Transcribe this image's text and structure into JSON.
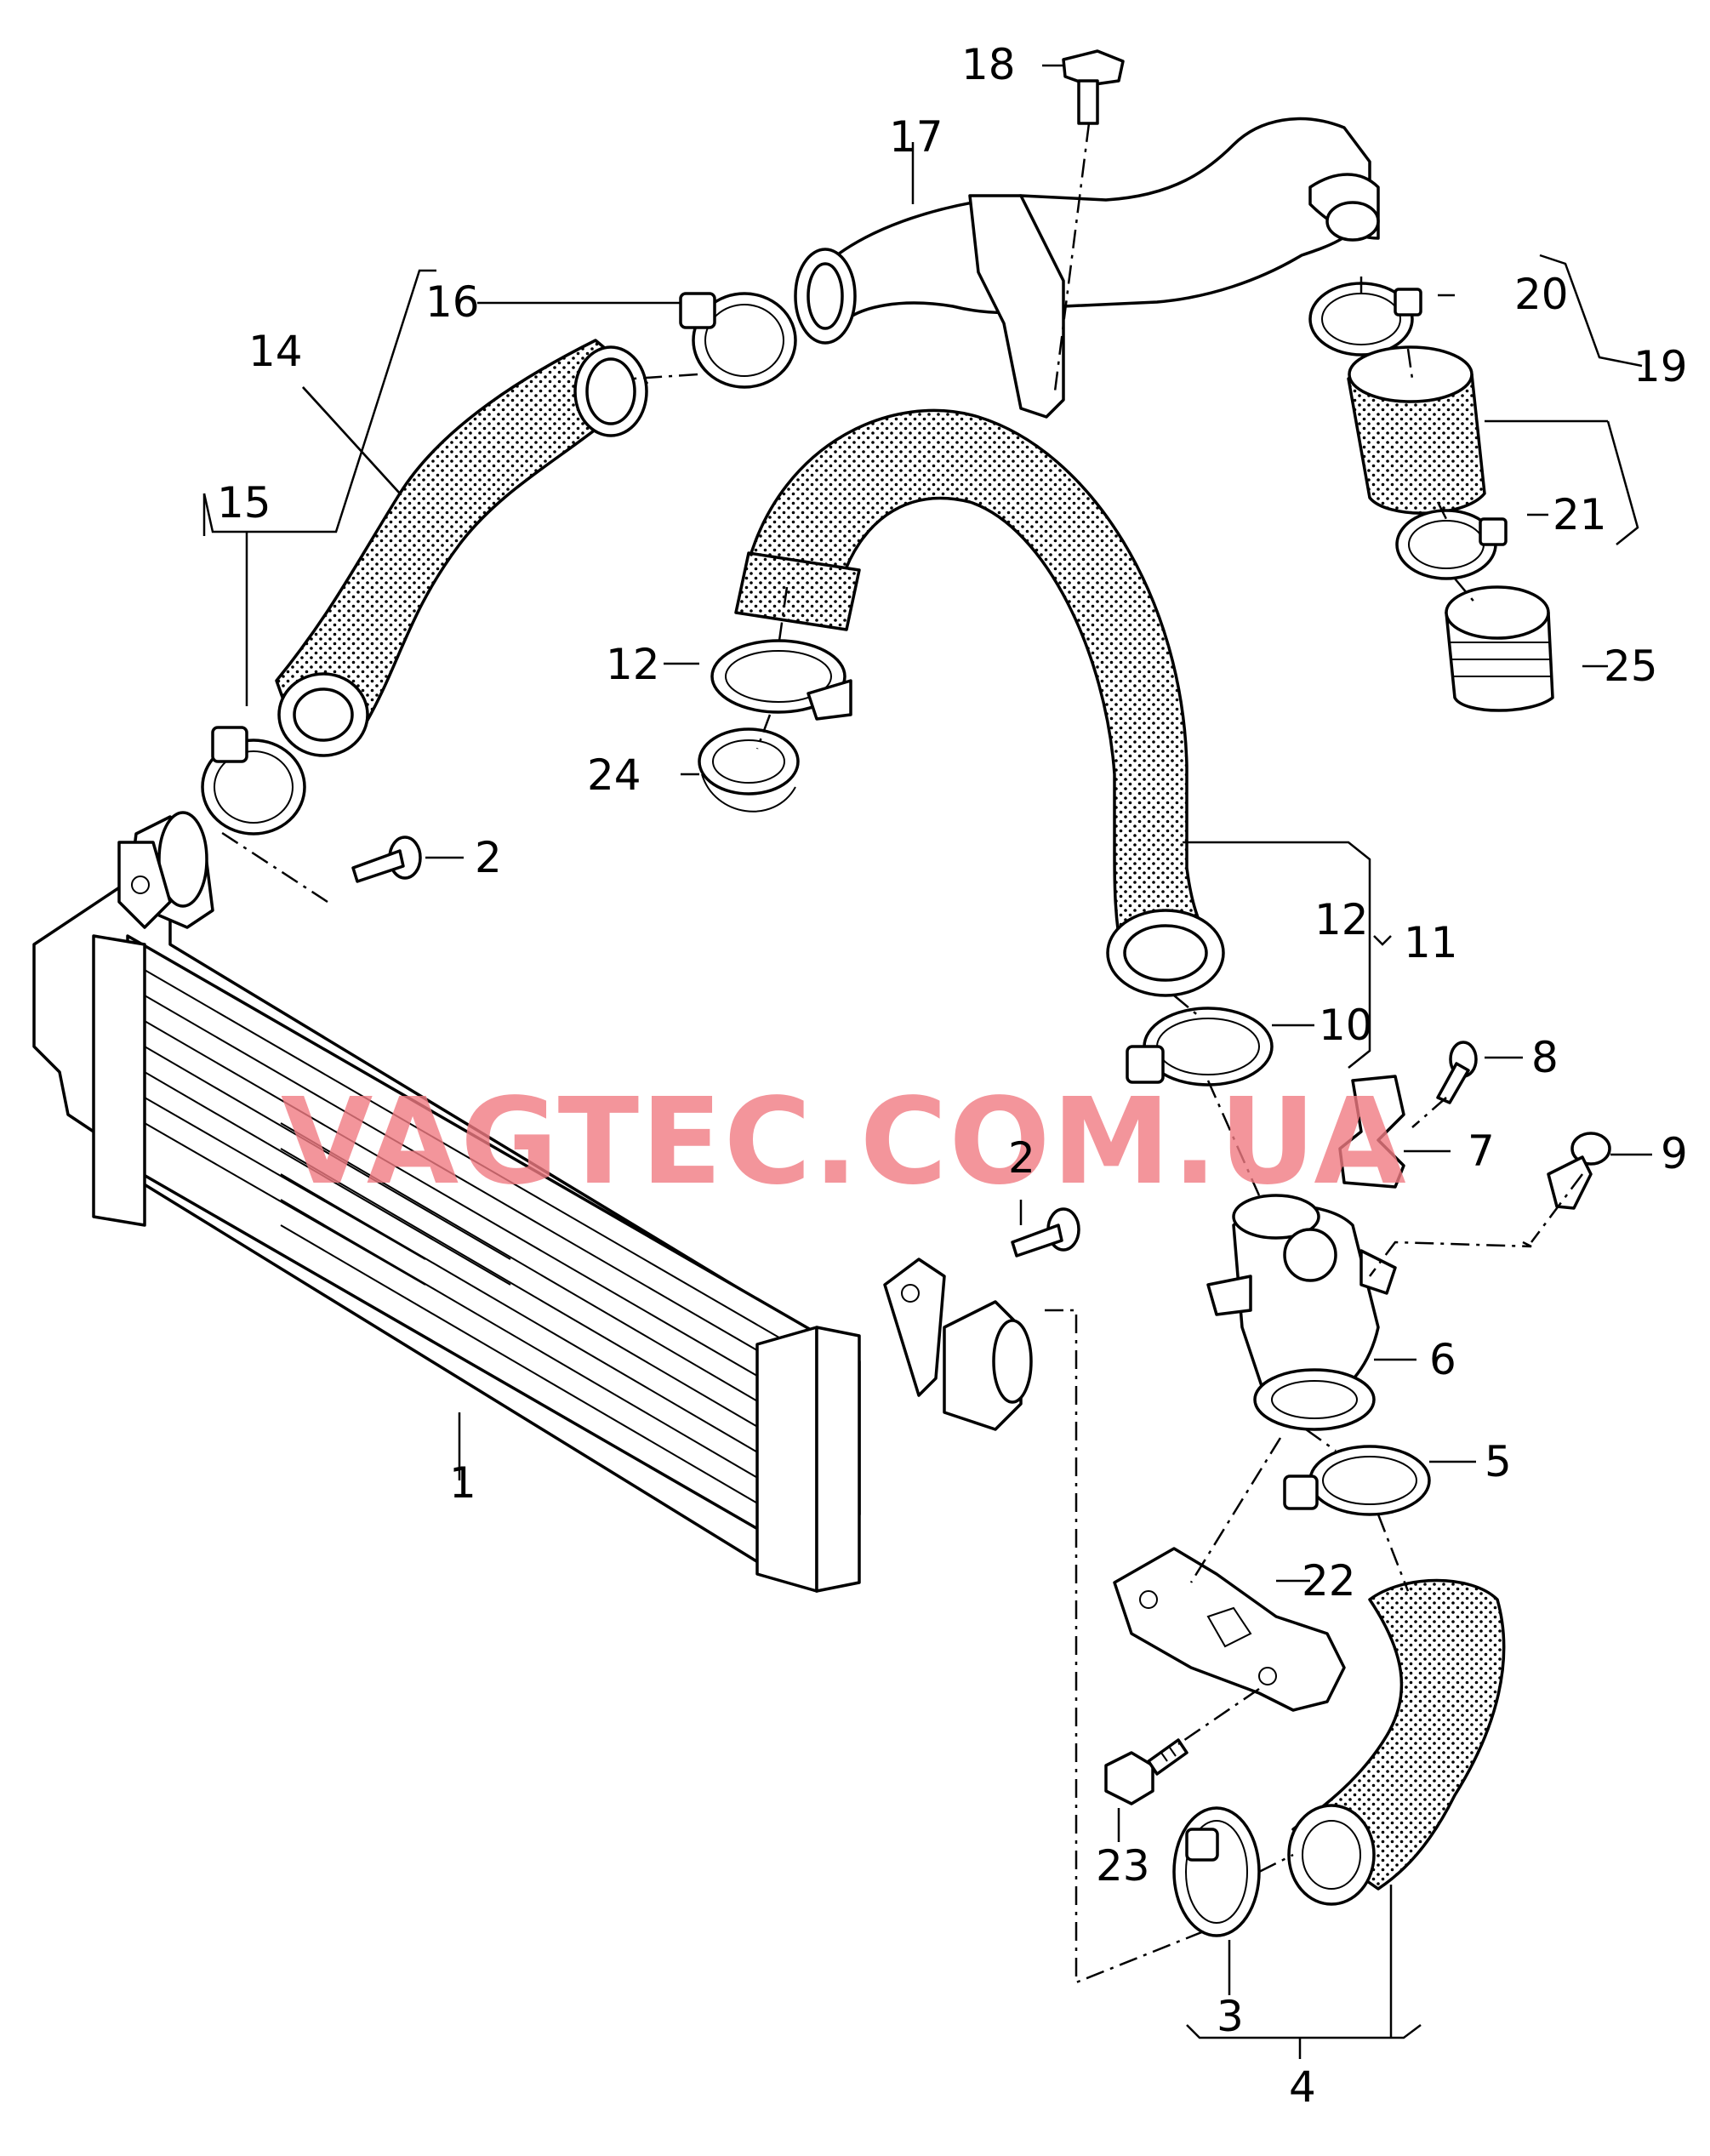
{
  "watermark": "VAGTEC.COM.UA",
  "callouts": [
    "1",
    "2",
    "2",
    "3",
    "4",
    "5",
    "6",
    "7",
    "8",
    "9",
    "10",
    "11",
    "12",
    "12",
    "14",
    "15",
    "16",
    "17",
    "18",
    "19",
    "20",
    "21",
    "22",
    "23",
    "24",
    "25"
  ],
  "colors": {
    "line": "#000000",
    "watermark": "#f07a82",
    "background": "#ffffff"
  }
}
